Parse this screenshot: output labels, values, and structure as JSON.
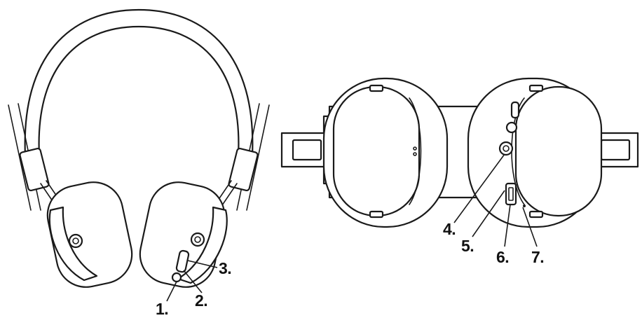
{
  "callouts": {
    "c1": "1.",
    "c2": "2.",
    "c3": "3.",
    "c4": "4.",
    "c5": "5.",
    "c6": "6.",
    "c7": "7."
  },
  "colors": {
    "line": "#1a1a1a",
    "background": "#ffffff"
  }
}
